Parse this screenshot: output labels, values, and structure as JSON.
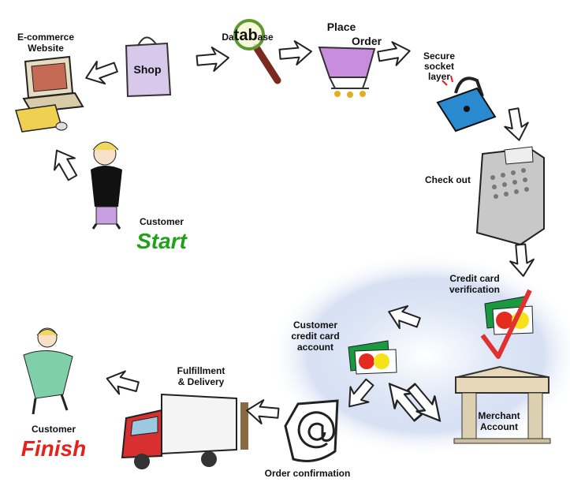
{
  "colors": {
    "start": "#22a01c",
    "finish": "#e8201a",
    "glow": "#c9d6ee"
  },
  "steps": {
    "website": {
      "line1": "E-commerce",
      "line2": "Website"
    },
    "shop": "Shop",
    "database": {
      "pre": "Da",
      "mid": "tab",
      "post": "ase"
    },
    "place_order": {
      "line1": "Place",
      "line2": "Order"
    },
    "ssl": {
      "line1": "Secure",
      "line2": "socket",
      "line3": "layer"
    },
    "checkout": "Check out",
    "verification": {
      "line1": "Credit card",
      "line2": "verification"
    },
    "merchant": {
      "line1": "Merchant",
      "line2": "Account"
    },
    "customer_account": {
      "line1": "Customer",
      "line2": "credit card",
      "line3": "account"
    },
    "order_confirmation": "Order confirmation",
    "fulfillment": {
      "line1": "Fulfillment",
      "line2": "& Delivery"
    },
    "start": {
      "label": "Customer",
      "word": "Start"
    },
    "finish": {
      "label": "Customer",
      "word": "Finish"
    }
  }
}
